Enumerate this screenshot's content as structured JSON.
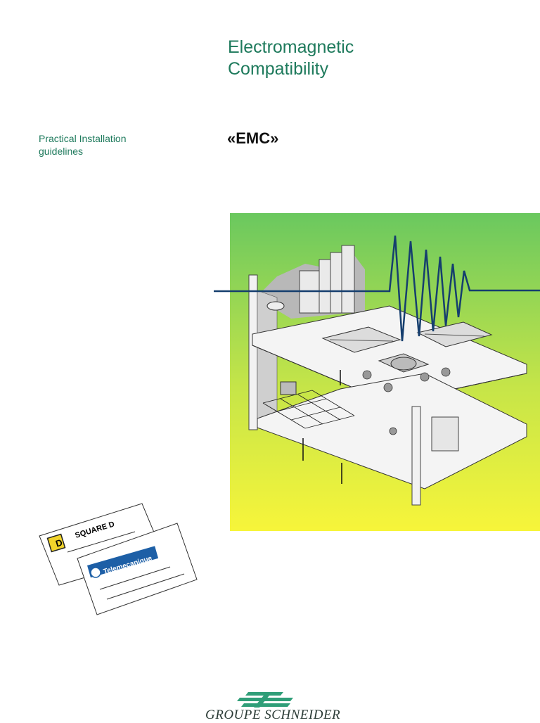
{
  "title": {
    "line1": "Electromagnetic",
    "line2": "Compatibility"
  },
  "subtitle": {
    "line1": "Practical Installation",
    "line2": "guidelines"
  },
  "emc_label": "«EMC»",
  "cards": {
    "brand1": "SQUARE D",
    "brand2": "Telemecanique"
  },
  "logo": {
    "text": "GROUPE SCHNEIDER"
  },
  "colors": {
    "accent": "#1e7a5c",
    "gradient_top": "#6ac85f",
    "gradient_bottom": "#f7f53a",
    "wave": "#153e6e",
    "logo_green": "#2f9e78"
  }
}
